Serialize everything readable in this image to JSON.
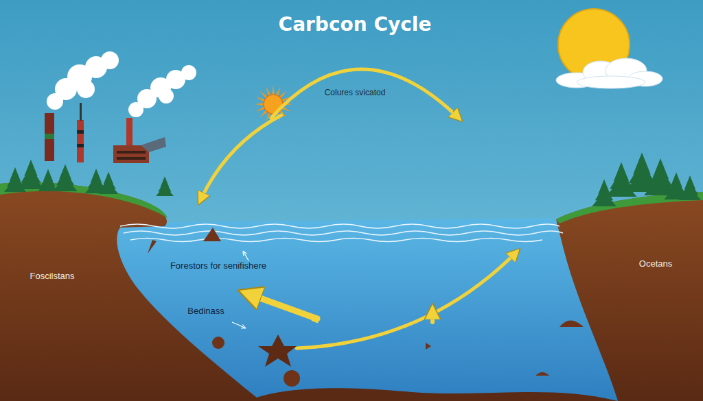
{
  "diagram": {
    "title": "Carbcon Cycle",
    "labels": [
      "Colures svicatod",
      "Forestors for senifishere",
      "Bedinass",
      "Foscilstans",
      "Ocetans"
    ]
  }
}
